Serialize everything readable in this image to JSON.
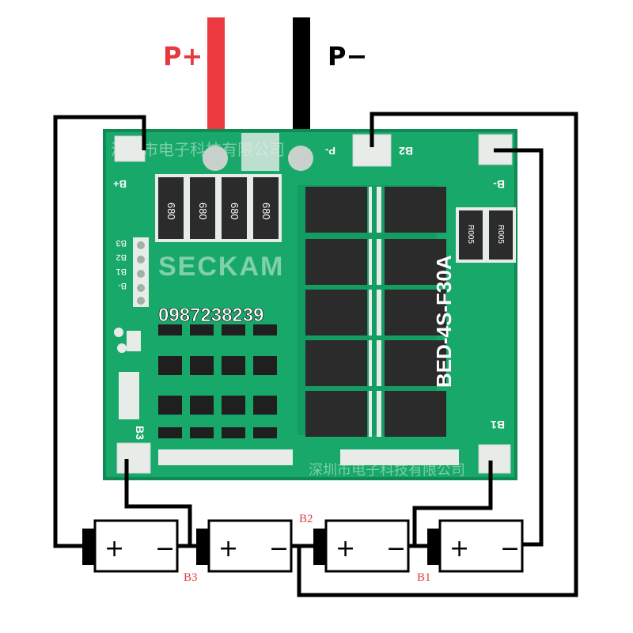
{
  "labels": {
    "p_plus": "P+",
    "p_minus": "P−",
    "b_plus_board": "B+",
    "p_minus_board": "P-",
    "b2_board": "B2",
    "b_minus_board": "B-",
    "b1_board": "B1",
    "b3_board": "B3",
    "model": "BED-4S-F30A",
    "watermark": "SECKAM",
    "phone": "0987238239",
    "b2_wire": "B2",
    "b3_wire": "B3",
    "b1_wire": "B1",
    "chinese_top": "深圳市电子科技有限公司",
    "chinese_bottom": "深圳市电子科技有限公司",
    "header_pins": [
      "B3",
      "B2",
      "B1",
      "B-"
    ],
    "left_pins": [
      "B+",
      "B3",
      "B2",
      "B1",
      "B-"
    ],
    "resistors": [
      "680",
      "680",
      "680",
      "680"
    ],
    "resistors_side": [
      "R005",
      "R005"
    ],
    "battery_plus": "+",
    "battery_minus": "−"
  },
  "colors": {
    "board": "#17a86a",
    "board_dark": "#0f8a55",
    "wire_red": "#ea3a40",
    "wire_black": "#000000",
    "label_red": "#e33a3e",
    "pad": "#e7ece9"
  }
}
